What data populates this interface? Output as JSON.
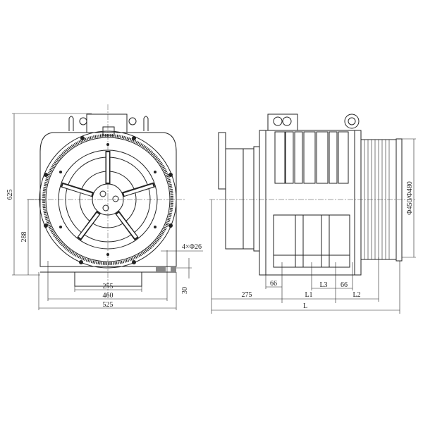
{
  "front_view": {
    "dims": {
      "height_total": "625",
      "center_height": "288",
      "base_inner": "255",
      "bolt_span": "460",
      "base_width": "525",
      "base_thickness": "30",
      "holes": "4×Φ26"
    }
  },
  "side_view": {
    "dims": {
      "left_66": "66",
      "offset_275": "275",
      "l1": "L1",
      "l3": "L3",
      "right_66": "66",
      "l2": "L2",
      "total_l": "L",
      "sheave_dia": "Φ450/Φ480"
    }
  }
}
